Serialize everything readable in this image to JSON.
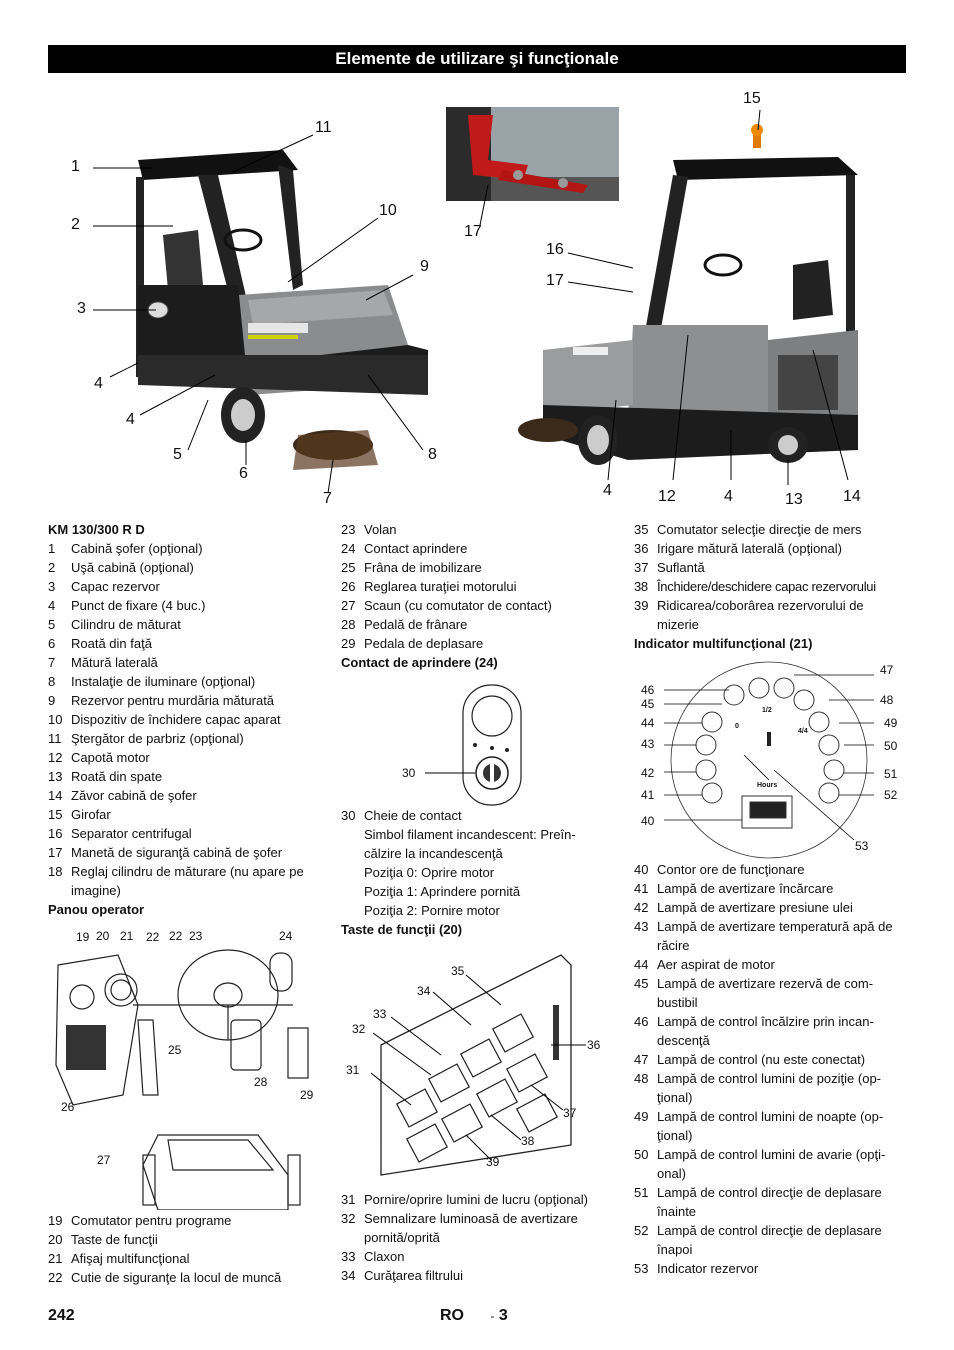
{
  "header": {
    "title": "Elemente de utilizare şi funcţionale"
  },
  "photo_callouts": {
    "left": [
      "1",
      "2",
      "3",
      "4",
      "4",
      "5",
      "6",
      "7",
      "8",
      "9",
      "10",
      "11"
    ],
    "right": [
      "15",
      "16",
      "17",
      "17",
      "4",
      "12",
      "4",
      "13",
      "14"
    ]
  },
  "col1": {
    "title": "KM 130/300 R D",
    "items": [
      {
        "n": "1",
        "t": "Cabină şofer (opţional)"
      },
      {
        "n": "2",
        "t": "Uşă cabină (opţional)"
      },
      {
        "n": "3",
        "t": "Capac rezervor"
      },
      {
        "n": "4",
        "t": "Punct de fixare (4 buc.)"
      },
      {
        "n": "5",
        "t": "Cilindru de măturat"
      },
      {
        "n": "6",
        "t": "Roată din faţă"
      },
      {
        "n": "7",
        "t": "Mătură laterală"
      },
      {
        "n": "8",
        "t": "Instalaţie de iluminare (opţional)"
      },
      {
        "n": "9",
        "t": "Rezervor pentru murdăria măturată"
      },
      {
        "n": "10",
        "t": "Dispozitiv de închidere capac aparat"
      },
      {
        "n": "11",
        "t": "Ştergător de parbriz (opţional)"
      },
      {
        "n": "12",
        "t": "Capotă motor"
      },
      {
        "n": "13",
        "t": "Roată din spate"
      },
      {
        "n": "14",
        "t": "Zăvor cabină de şofer"
      },
      {
        "n": "15",
        "t": "Girofar"
      },
      {
        "n": "16",
        "t": "Separator centrifugal"
      },
      {
        "n": "17",
        "t": "Manetă de siguranţă cabină de şofer"
      },
      {
        "n": "18",
        "t": "Reglaj cilindru de măturare (nu apare pe imagine)"
      }
    ],
    "panel_title": "Panou operator",
    "panel_labels": [
      "19",
      "20",
      "21",
      "22",
      "22",
      "23",
      "24",
      "25",
      "26",
      "27",
      "28",
      "29"
    ],
    "items2": [
      {
        "n": "19",
        "t": "Comutator pentru programe"
      },
      {
        "n": "20",
        "t": "Taste de funcţii"
      },
      {
        "n": "21",
        "t": "Afişaj multifuncţional"
      },
      {
        "n": "22",
        "t": "Cutie de siguranţe la locul de muncă"
      }
    ]
  },
  "col2": {
    "items": [
      {
        "n": "23",
        "t": "Volan"
      },
      {
        "n": "24",
        "t": "Contact aprindere"
      },
      {
        "n": "25",
        "t": "Frâna de imobilizare"
      },
      {
        "n": "26",
        "t": "Reglarea turaţiei motorului"
      },
      {
        "n": "27",
        "t": "Scaun (cu comutator de contact)"
      },
      {
        "n": "28",
        "t": "Pedală de frânare"
      },
      {
        "n": "29",
        "t": "Pedala de deplasare"
      }
    ],
    "ignition_title": "Contact de aprindere (24)",
    "ignition_label": "30",
    "ignition_items": [
      {
        "n": "30",
        "t": "Cheie de contact"
      }
    ],
    "ignition_sub": [
      "Simbol filament incandescent: Preîn- călzire la incandescenţă",
      "Poziţia 0: Oprire motor",
      "Poziţia 1: Aprindere pornită",
      "Poziţia 2: Pornire motor"
    ],
    "keys_title": "Taste de funcţii (20)",
    "keys_labels": [
      "35",
      "34",
      "33",
      "32",
      "31",
      "36",
      "37",
      "38",
      "39"
    ],
    "keys_items": [
      {
        "n": "31",
        "t": "Pornire/oprire lumini de lucru (opţional)"
      },
      {
        "n": "32",
        "t": "Semnalizare luminoasă de avertizare pornită/oprită"
      },
      {
        "n": "33",
        "t": "Claxon"
      },
      {
        "n": "34",
        "t": "Curăţarea filtrului"
      }
    ]
  },
  "col3": {
    "items": [
      {
        "n": "35",
        "t": "Comutator selecţie direcţie de mers"
      },
      {
        "n": "36",
        "t": "Irigare mătură laterală (opţional)"
      },
      {
        "n": "37",
        "t": "Suflantă"
      },
      {
        "n": "38",
        "t": "Închidere/deschidere capac rezervorului"
      },
      {
        "n": "39",
        "t": "Ridicarea/coborârea rezervorului de mizerie"
      }
    ],
    "display_title": "Indicator multifuncţional (21)",
    "display_labels_left": [
      "46",
      "45",
      "44",
      "43",
      "42",
      "41",
      "40"
    ],
    "display_labels_right": [
      "47",
      "48",
      "49",
      "50",
      "51",
      "52",
      "53"
    ],
    "display_text": {
      "hours": "Hours",
      "half": "1/2",
      "full": "4/4",
      "zero": "0"
    },
    "items2": [
      {
        "n": "40",
        "t": "Contor ore de funcţionare"
      },
      {
        "n": "41",
        "t": "Lampă de avertizare încărcare"
      },
      {
        "n": "42",
        "t": "Lampă de avertizare presiune ulei"
      },
      {
        "n": "43",
        "t": "Lampă de avertizare temperatură apă de răcire"
      },
      {
        "n": "44",
        "t": "Aer aspirat de motor"
      },
      {
        "n": "45",
        "t": "Lampă de avertizare rezervă de com- bustibil"
      },
      {
        "n": "46",
        "t": "Lampă de control încălzire prin incan- descenţă"
      },
      {
        "n": "47",
        "t": "Lampă de control (nu este conectat)"
      },
      {
        "n": "48",
        "t": "Lampă de control lumini de poziţie (op- ţional)"
      },
      {
        "n": "49",
        "t": "Lampă de control lumini de noapte (op- ţional)"
      },
      {
        "n": "50",
        "t": "Lampă de control lumini de avarie (opţi- onal)"
      },
      {
        "n": "51",
        "t": "Lampă de control direcţie de deplasare înainte"
      },
      {
        "n": "52",
        "t": "Lampă de control direcţie de deplasare înapoi"
      },
      {
        "n": "53",
        "t": "Indicator rezervor"
      }
    ]
  },
  "footer": {
    "page": "242",
    "lang": "RO",
    "section": "3",
    "dash": "-"
  }
}
